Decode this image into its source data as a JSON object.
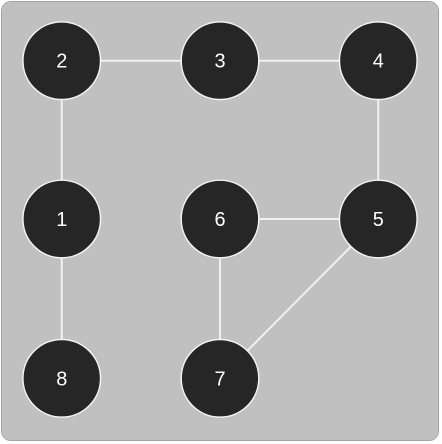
{
  "colors": {
    "board_background": "#c0c0c0",
    "board_border": "#a3a3a3",
    "node_fill": "#262626",
    "node_text": "#ffffff",
    "edge": "#f1f1f1"
  },
  "graph": {
    "nodes": [
      {
        "id": "1",
        "label": "1",
        "row": 1,
        "col": 0
      },
      {
        "id": "2",
        "label": "2",
        "row": 0,
        "col": 0
      },
      {
        "id": "3",
        "label": "3",
        "row": 0,
        "col": 1
      },
      {
        "id": "4",
        "label": "4",
        "row": 0,
        "col": 2
      },
      {
        "id": "5",
        "label": "5",
        "row": 1,
        "col": 2
      },
      {
        "id": "6",
        "label": "6",
        "row": 1,
        "col": 1
      },
      {
        "id": "7",
        "label": "7",
        "row": 2,
        "col": 1
      },
      {
        "id": "8",
        "label": "8",
        "row": 2,
        "col": 0
      }
    ],
    "edges": [
      [
        "2",
        "3"
      ],
      [
        "3",
        "4"
      ],
      [
        "2",
        "1"
      ],
      [
        "1",
        "8"
      ],
      [
        "4",
        "5"
      ],
      [
        "6",
        "5"
      ],
      [
        "6",
        "7"
      ],
      [
        "5",
        "7"
      ]
    ]
  }
}
